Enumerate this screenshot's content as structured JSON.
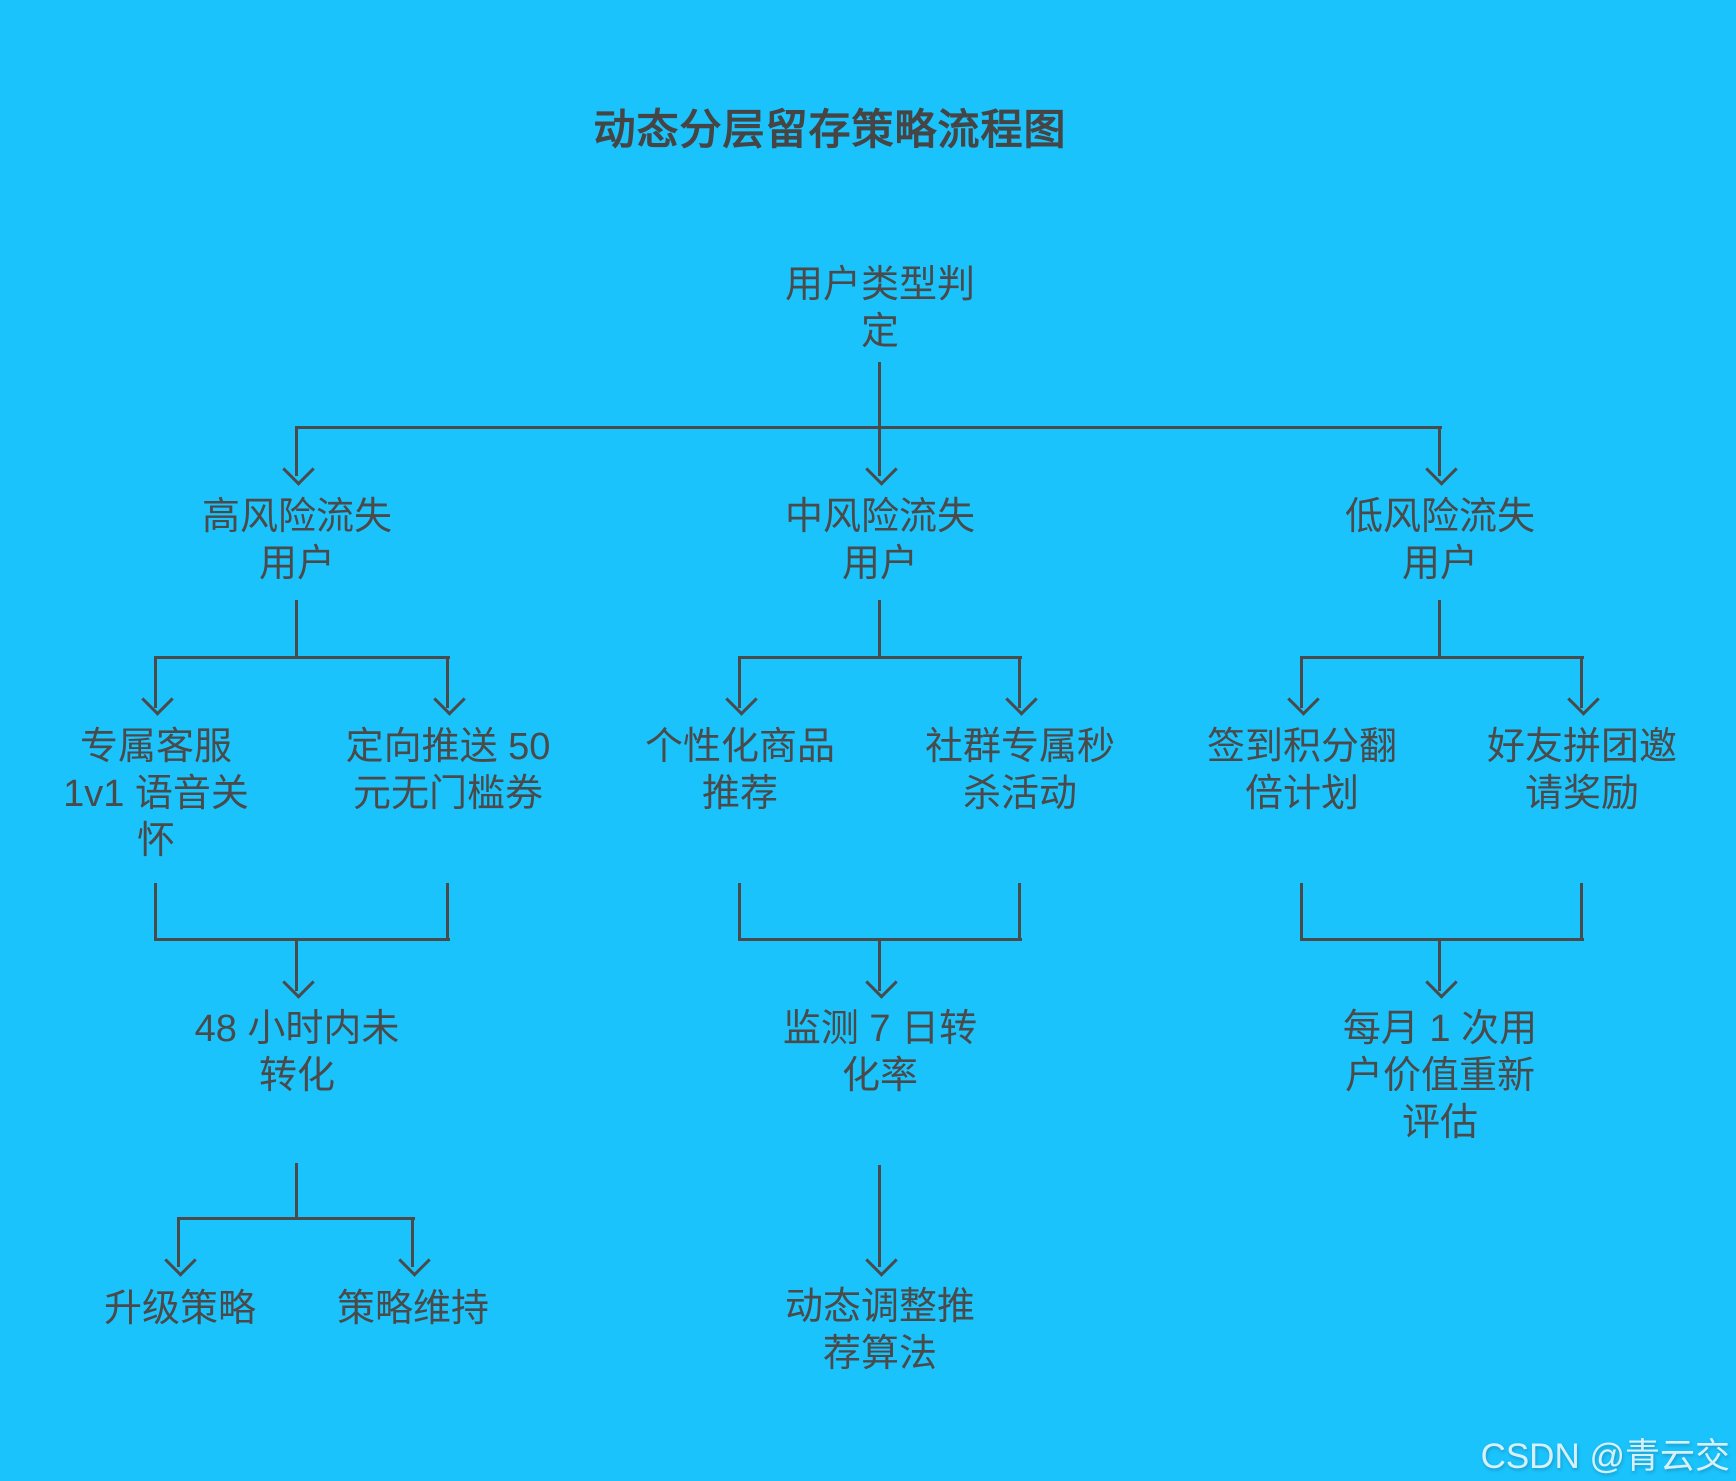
{
  "title": "动态分层留存策略流程图",
  "colors": {
    "background": "#1AC3FC",
    "line": "#4A4A4A",
    "text": "#4A4A4A",
    "title_text": "#454545"
  },
  "nodes": {
    "root": "用户类型判\n定",
    "high_risk": "高风险流失\n用户",
    "mid_risk": "中风险流失\n用户",
    "low_risk": "低风险流失\n用户",
    "high_a": "专属客服\n1v1 语音关\n怀",
    "high_b": "定向推送 50\n元无门槛券",
    "mid_a": "个性化商品\n推荐",
    "mid_b": "社群专属秒\n杀活动",
    "low_a": "签到积分翻\n倍计划",
    "low_b": "好友拼团邀\n请奖励",
    "high_next": "48 小时内未\n转化",
    "mid_next": "监测 7 日转\n化率",
    "low_next": "每月 1 次用\n户价值重新\n评估",
    "high_end_a": "升级策略",
    "high_end_b": "策略维持",
    "mid_end": "动态调整推\n荐算法"
  },
  "edges": [
    {
      "from": "root",
      "to": "high_risk"
    },
    {
      "from": "root",
      "to": "mid_risk"
    },
    {
      "from": "root",
      "to": "low_risk"
    },
    {
      "from": "high_risk",
      "to": "high_a"
    },
    {
      "from": "high_risk",
      "to": "high_b"
    },
    {
      "from": "mid_risk",
      "to": "mid_a"
    },
    {
      "from": "mid_risk",
      "to": "mid_b"
    },
    {
      "from": "low_risk",
      "to": "low_a"
    },
    {
      "from": "low_risk",
      "to": "low_b"
    },
    {
      "from": "high_a",
      "to": "high_next"
    },
    {
      "from": "high_b",
      "to": "high_next"
    },
    {
      "from": "mid_a",
      "to": "mid_next"
    },
    {
      "from": "mid_b",
      "to": "mid_next"
    },
    {
      "from": "low_a",
      "to": "low_next"
    },
    {
      "from": "low_b",
      "to": "low_next"
    },
    {
      "from": "high_next",
      "to": "high_end_a"
    },
    {
      "from": "high_next",
      "to": "high_end_b"
    },
    {
      "from": "mid_next",
      "to": "mid_end"
    }
  ],
  "watermark": "CSDN @青云交"
}
